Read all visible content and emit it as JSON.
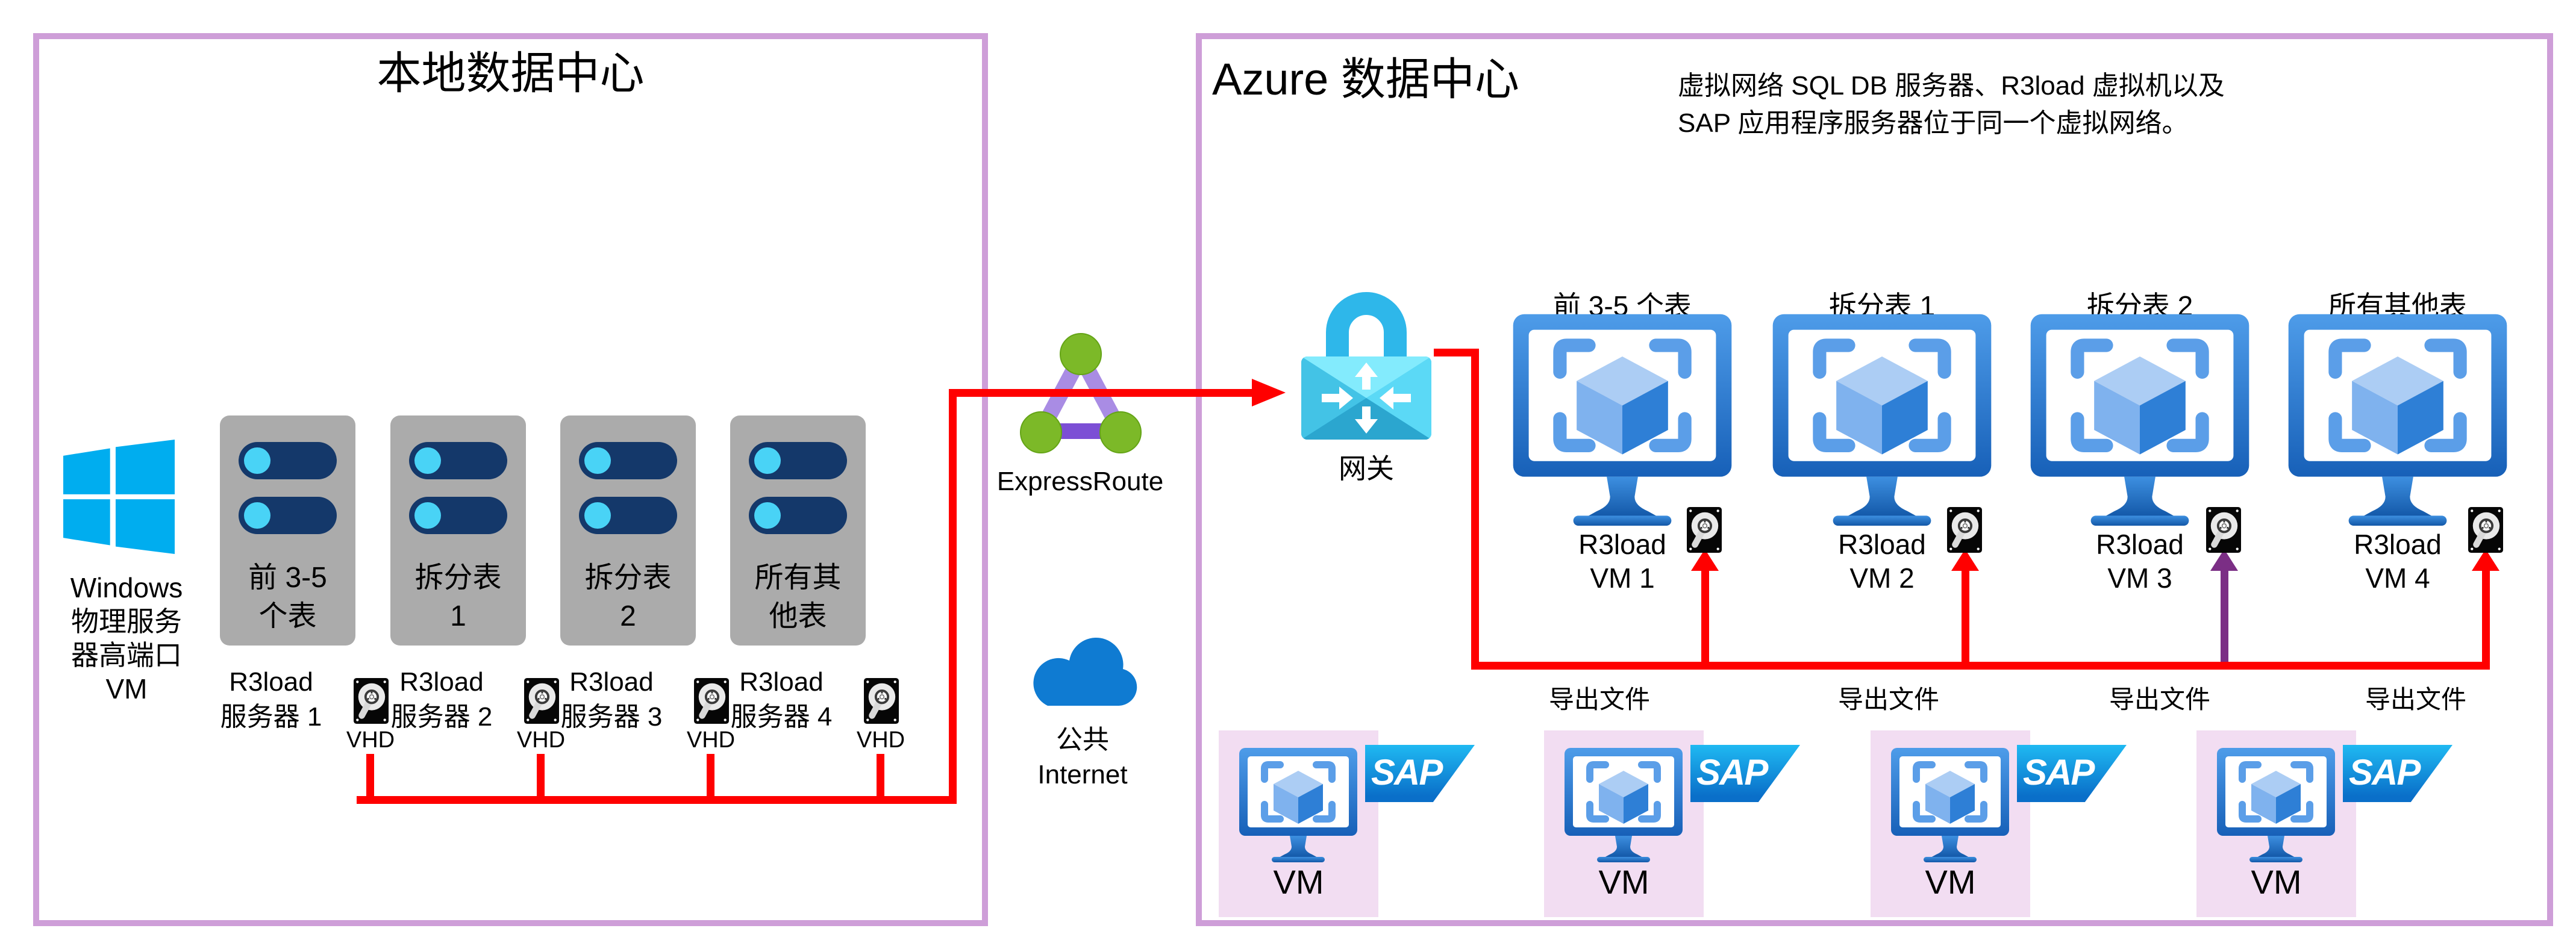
{
  "onprem": {
    "title": "本地数据中心",
    "windows_label_lines": [
      "Windows",
      "物理服务",
      "器高端口",
      "VM"
    ],
    "servers": [
      {
        "table_lines": [
          "前 3-5",
          "个表"
        ],
        "name_line1": "R3load",
        "name_line2": "服务器 1",
        "disk_label": "VHD"
      },
      {
        "table_lines": [
          "拆分表",
          "1"
        ],
        "name_line1": "R3load",
        "name_line2": "服务器 2",
        "disk_label": "VHD"
      },
      {
        "table_lines": [
          "拆分表",
          "2"
        ],
        "name_line1": "R3load",
        "name_line2": "服务器 3",
        "disk_label": "VHD"
      },
      {
        "table_lines": [
          "所有其",
          "他表"
        ],
        "name_line1": "R3load",
        "name_line2": "服务器 4",
        "disk_label": "VHD"
      }
    ]
  },
  "middle": {
    "expressroute_label": "ExpressRoute",
    "internet_line1": "公共",
    "internet_line2": "Internet"
  },
  "azure": {
    "title": "Azure 数据中心",
    "annotation_line1": "虚拟网络 SQL DB 服务器、R3load 虚拟机以及",
    "annotation_line2": "SAP 应用程序服务器位于同一个虚拟网络。",
    "gateway_label": "网关",
    "vm_columns": [
      {
        "table_label": "前 3-5 个表",
        "name_line1": "R3load",
        "name_line2": "VM 1",
        "export_label": "导出文件"
      },
      {
        "table_label": "拆分表 1",
        "name_line1": "R3load",
        "name_line2": "VM 2",
        "export_label": "导出文件"
      },
      {
        "table_label": "拆分表 2",
        "name_line1": "R3load",
        "name_line2": "VM 3",
        "export_label": "导出文件"
      },
      {
        "table_label": "所有其他表",
        "name_line1": "R3load",
        "name_line2": "VM 4",
        "export_label": "导出文件"
      }
    ],
    "vm_box_label": "VM",
    "sap_label": "SAP"
  },
  "colors": {
    "box_border": "#CE9ED8",
    "red_line": "#FF0000",
    "purple_line": "#7B2E85",
    "server_card_bg": "#ABABAB",
    "pink_box_bg": "#F2DDF2",
    "windows_blue": "#00ADEF",
    "cloud_blue": "#0F7BD2"
  }
}
